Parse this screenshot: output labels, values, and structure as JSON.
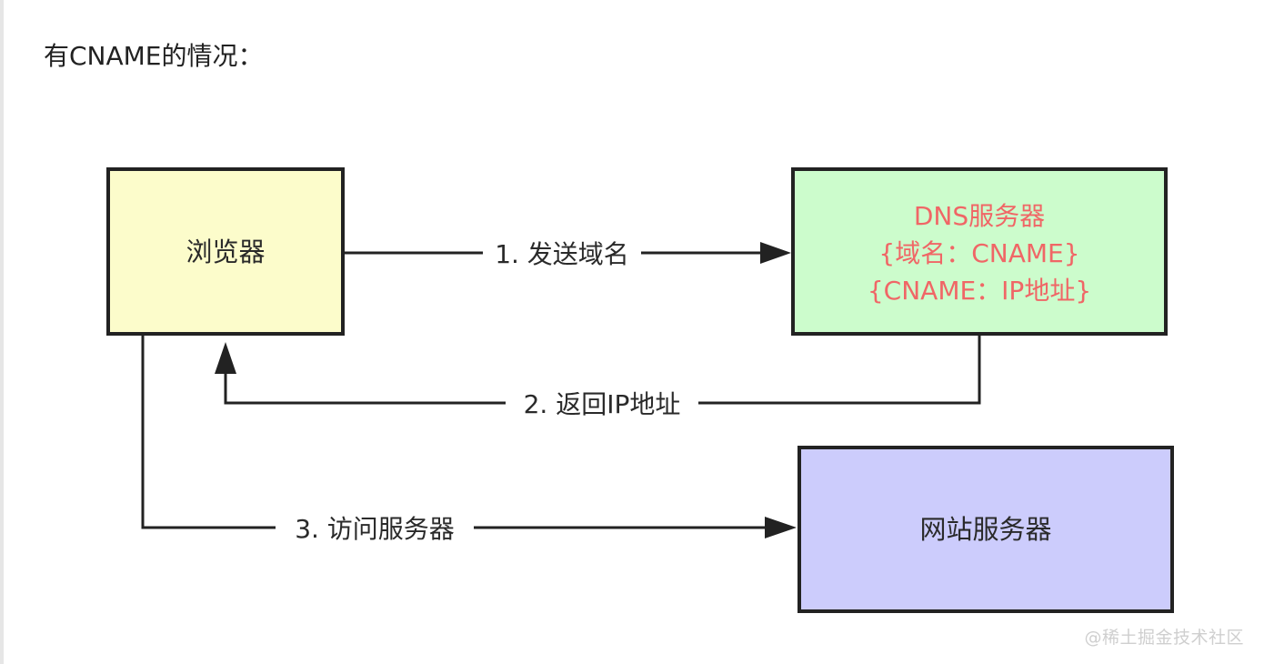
{
  "heading": "有CNAME的情况：",
  "colors": {
    "browser_fill": "#fcfccb",
    "dns_fill": "#ccfccc",
    "site_fill": "#ccccfc",
    "dns_text": "#f06666",
    "border": "#222222",
    "text": "#2a2a2a"
  },
  "nodes": {
    "browser": {
      "label": "浏览器"
    },
    "dns": {
      "line1": "DNS服务器",
      "line2": "{域名：CNAME}",
      "line3": "{CNAME：IP地址}"
    },
    "site": {
      "label": "网站服务器"
    }
  },
  "edges": {
    "step1": "1. 发送域名",
    "step2": "2. 返回IP地址",
    "step3": "3. 访问服务器"
  },
  "watermark": "@稀土掘金技术社区"
}
